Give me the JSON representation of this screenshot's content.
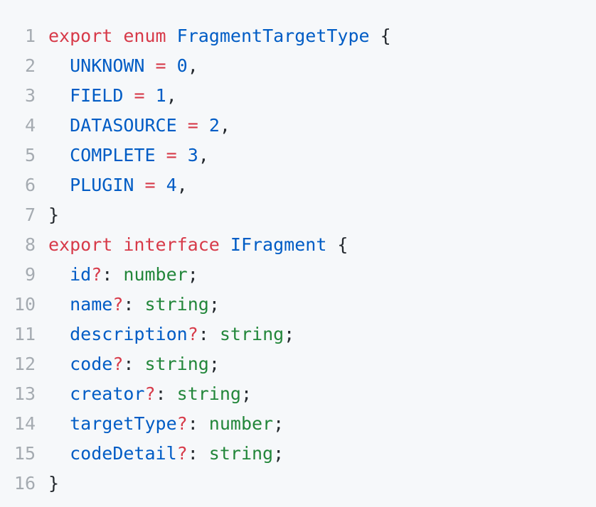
{
  "colors": {
    "background": "#f6f8fa",
    "keyword": "#d73a49",
    "entity": "#005cc5",
    "number": "#005cc5",
    "type": "#22863a",
    "plain": "#24292e",
    "line_number": "#a5abb1"
  },
  "code": {
    "language": "typescript",
    "lines": [
      {
        "n": "1",
        "tk": [
          {
            "t": "export",
            "c": "k"
          },
          {
            "t": " ",
            "c": "p"
          },
          {
            "t": "enum",
            "c": "k"
          },
          {
            "t": " ",
            "c": "p"
          },
          {
            "t": "FragmentTargetType",
            "c": "v"
          },
          {
            "t": " {",
            "c": "p"
          }
        ]
      },
      {
        "n": "2",
        "tk": [
          {
            "t": "  ",
            "c": "p"
          },
          {
            "t": "UNKNOWN",
            "c": "v"
          },
          {
            "t": " ",
            "c": "p"
          },
          {
            "t": "=",
            "c": "k"
          },
          {
            "t": " ",
            "c": "p"
          },
          {
            "t": "0",
            "c": "n"
          },
          {
            "t": ",",
            "c": "p"
          }
        ]
      },
      {
        "n": "3",
        "tk": [
          {
            "t": "  ",
            "c": "p"
          },
          {
            "t": "FIELD",
            "c": "v"
          },
          {
            "t": " ",
            "c": "p"
          },
          {
            "t": "=",
            "c": "k"
          },
          {
            "t": " ",
            "c": "p"
          },
          {
            "t": "1",
            "c": "n"
          },
          {
            "t": ",",
            "c": "p"
          }
        ]
      },
      {
        "n": "4",
        "tk": [
          {
            "t": "  ",
            "c": "p"
          },
          {
            "t": "DATASOURCE",
            "c": "v"
          },
          {
            "t": " ",
            "c": "p"
          },
          {
            "t": "=",
            "c": "k"
          },
          {
            "t": " ",
            "c": "p"
          },
          {
            "t": "2",
            "c": "n"
          },
          {
            "t": ",",
            "c": "p"
          }
        ]
      },
      {
        "n": "5",
        "tk": [
          {
            "t": "  ",
            "c": "p"
          },
          {
            "t": "COMPLETE",
            "c": "v"
          },
          {
            "t": " ",
            "c": "p"
          },
          {
            "t": "=",
            "c": "k"
          },
          {
            "t": " ",
            "c": "p"
          },
          {
            "t": "3",
            "c": "n"
          },
          {
            "t": ",",
            "c": "p"
          }
        ]
      },
      {
        "n": "6",
        "tk": [
          {
            "t": "  ",
            "c": "p"
          },
          {
            "t": "PLUGIN",
            "c": "v"
          },
          {
            "t": " ",
            "c": "p"
          },
          {
            "t": "=",
            "c": "k"
          },
          {
            "t": " ",
            "c": "p"
          },
          {
            "t": "4",
            "c": "n"
          },
          {
            "t": ",",
            "c": "p"
          }
        ]
      },
      {
        "n": "7",
        "tk": [
          {
            "t": "}",
            "c": "p"
          }
        ]
      },
      {
        "n": "8",
        "tk": [
          {
            "t": "export",
            "c": "k"
          },
          {
            "t": " ",
            "c": "p"
          },
          {
            "t": "interface",
            "c": "k"
          },
          {
            "t": " ",
            "c": "p"
          },
          {
            "t": "IFragment",
            "c": "v"
          },
          {
            "t": " {",
            "c": "p"
          }
        ]
      },
      {
        "n": "9",
        "tk": [
          {
            "t": "  ",
            "c": "p"
          },
          {
            "t": "id",
            "c": "v"
          },
          {
            "t": "?",
            "c": "k"
          },
          {
            "t": ": ",
            "c": "p"
          },
          {
            "t": "number",
            "c": "t"
          },
          {
            "t": ";",
            "c": "p"
          }
        ]
      },
      {
        "n": "10",
        "tk": [
          {
            "t": "  ",
            "c": "p"
          },
          {
            "t": "name",
            "c": "v"
          },
          {
            "t": "?",
            "c": "k"
          },
          {
            "t": ": ",
            "c": "p"
          },
          {
            "t": "string",
            "c": "t"
          },
          {
            "t": ";",
            "c": "p"
          }
        ]
      },
      {
        "n": "11",
        "tk": [
          {
            "t": "  ",
            "c": "p"
          },
          {
            "t": "description",
            "c": "v"
          },
          {
            "t": "?",
            "c": "k"
          },
          {
            "t": ": ",
            "c": "p"
          },
          {
            "t": "string",
            "c": "t"
          },
          {
            "t": ";",
            "c": "p"
          }
        ]
      },
      {
        "n": "12",
        "tk": [
          {
            "t": "  ",
            "c": "p"
          },
          {
            "t": "code",
            "c": "v"
          },
          {
            "t": "?",
            "c": "k"
          },
          {
            "t": ": ",
            "c": "p"
          },
          {
            "t": "string",
            "c": "t"
          },
          {
            "t": ";",
            "c": "p"
          }
        ]
      },
      {
        "n": "13",
        "tk": [
          {
            "t": "  ",
            "c": "p"
          },
          {
            "t": "creator",
            "c": "v"
          },
          {
            "t": "?",
            "c": "k"
          },
          {
            "t": ": ",
            "c": "p"
          },
          {
            "t": "string",
            "c": "t"
          },
          {
            "t": ";",
            "c": "p"
          }
        ]
      },
      {
        "n": "14",
        "tk": [
          {
            "t": "  ",
            "c": "p"
          },
          {
            "t": "targetType",
            "c": "v"
          },
          {
            "t": "?",
            "c": "k"
          },
          {
            "t": ": ",
            "c": "p"
          },
          {
            "t": "number",
            "c": "t"
          },
          {
            "t": ";",
            "c": "p"
          }
        ]
      },
      {
        "n": "15",
        "tk": [
          {
            "t": "  ",
            "c": "p"
          },
          {
            "t": "codeDetail",
            "c": "v"
          },
          {
            "t": "?",
            "c": "k"
          },
          {
            "t": ": ",
            "c": "p"
          },
          {
            "t": "string",
            "c": "t"
          },
          {
            "t": ";",
            "c": "p"
          }
        ]
      },
      {
        "n": "16",
        "tk": [
          {
            "t": "}",
            "c": "p"
          }
        ]
      }
    ]
  }
}
